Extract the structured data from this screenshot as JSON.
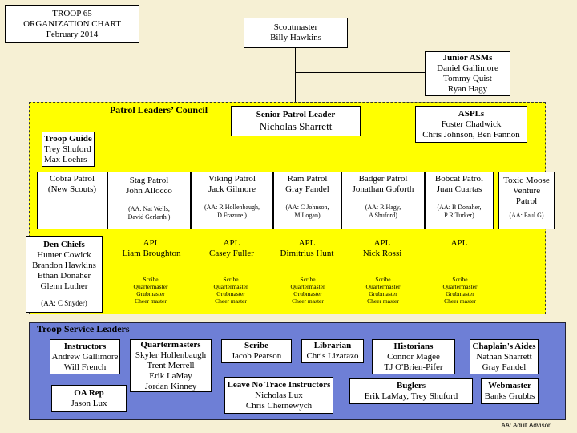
{
  "header": {
    "title_lines": [
      "TROOP 65",
      "ORGANIZATION CHART",
      "February 2014"
    ]
  },
  "scoutmaster": {
    "title": "Scoutmaster",
    "name": "Billy Hawkins"
  },
  "junior_asms": {
    "title": "Junior ASMs",
    "names": [
      "Daniel Gallimore",
      "Tommy Quist",
      "Ryan Hagy"
    ]
  },
  "plc": {
    "label": "Patrol Leaders’ Council"
  },
  "spl": {
    "title": "Senior Patrol Leader",
    "name": "Nicholas Sharrett"
  },
  "aspls": {
    "title": "ASPLs",
    "names": [
      "Foster Chadwick",
      "Chris Johnson, Ben Fannon"
    ]
  },
  "troop_guide": {
    "title": "Troop Guide",
    "names": [
      "Trey Shuford",
      "Max Loehrs"
    ]
  },
  "cobra": {
    "lines": [
      "Cobra Patrol",
      "(New Scouts)"
    ]
  },
  "patrols": [
    {
      "lines": [
        "Stag Patrol",
        "John Allocco"
      ],
      "advisor": [
        "(AA: Nat Wells,",
        "David Gerlarth )"
      ]
    },
    {
      "lines": [
        "Viking Patrol",
        "Jack Gilmore"
      ],
      "advisor": [
        "(AA: R Hollenbaugh,",
        "D Frazure )"
      ]
    },
    {
      "lines": [
        "Ram Patrol",
        "Gray Fandel"
      ],
      "advisor": [
        "(AA: C Johnson,",
        "M Logan)"
      ]
    },
    {
      "lines": [
        "Badger Patrol",
        "Jonathan Goforth"
      ],
      "advisor": [
        "(AA: R Hagy,",
        "A Shuford)"
      ]
    },
    {
      "lines": [
        "Bobcat Patrol",
        "Juan Cuartas"
      ],
      "advisor": [
        "(AA: B Donaher,",
        "P R Turker)"
      ]
    }
  ],
  "toxic": {
    "lines": [
      "Toxic Moose",
      "Venture",
      "Patrol"
    ],
    "advisor": "(AA: Paul G)"
  },
  "den_chiefs": {
    "title": "Den Chiefs",
    "names": [
      "Hunter Cowick",
      "Brandon Hawkins",
      "Ethan Donaher",
      "Glenn Luther"
    ],
    "advisor": "(AA: C Snyder)"
  },
  "apls": [
    {
      "title": "APL",
      "name": "Liam Broughton"
    },
    {
      "title": "APL",
      "name": "Casey Fuller"
    },
    {
      "title": "APL",
      "name": "Dimitrius Hunt"
    },
    {
      "title": "APL",
      "name": "Nick Rossi"
    },
    {
      "title": "APL",
      "name": ""
    }
  ],
  "roles": [
    "Scribe",
    "Quartermaster",
    "Grubmaster",
    "Cheer master"
  ],
  "service": {
    "label": "Troop Service Leaders",
    "instructors": {
      "title": "Instructors",
      "names": [
        "Andrew Gallimore",
        "Will French"
      ]
    },
    "oa_rep": {
      "title": "OA Rep",
      "name": "Jason Lux"
    },
    "quartermasters": {
      "title": "Quartermasters",
      "names": [
        "Skyler Hollenbaugh",
        "Trent Merrell",
        "Erik LaMay",
        "Jordan Kinney"
      ]
    },
    "scribe": {
      "title": "Scribe",
      "name": "Jacob Pearson"
    },
    "librarian": {
      "title": "Librarian",
      "name": "Chris Lizarazo"
    },
    "historians": {
      "title": "Historians",
      "names": [
        "Connor Magee",
        "TJ O'Brien-Pifer"
      ]
    },
    "chaplains": {
      "title": "Chaplain's Aides",
      "names": [
        "Nathan Sharrett",
        "Gray Fandel"
      ]
    },
    "lnt": {
      "title": "Leave No Trace Instructors",
      "names": [
        "Nicholas Lux",
        "Chris Chernewych"
      ]
    },
    "buglers": {
      "title": "Buglers",
      "name": "Erik LaMay, Trey Shuford"
    },
    "webmaster": {
      "title": "Webmaster",
      "name": "Banks Grubbs"
    }
  },
  "footnote": "AA: Adult Advisor"
}
